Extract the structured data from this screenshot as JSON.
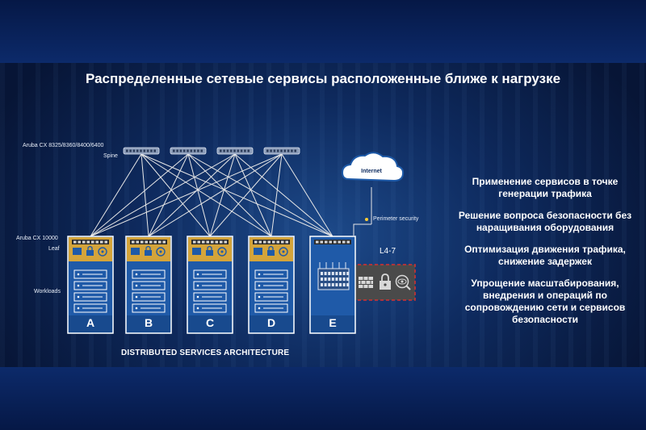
{
  "title": "Распределенные сетевые сервисы расположенные ближе к нагрузке",
  "labels": {
    "spine_model": "Aruba CX 8325/8360/8400/6400",
    "spine": "Spine",
    "leaf_model": "Aruba CX 10000",
    "leaf": "Leaf",
    "workloads": "Workloads",
    "internet": "Internet",
    "perimeter": "Perimeter security",
    "l47": "L4-7",
    "architecture": "DISTRIBUTED SERVICES ARCHITECTURE"
  },
  "racks": [
    "A",
    "B",
    "C",
    "D",
    "E"
  ],
  "benefits": [
    "Применение сервисов в точке генерации трафика",
    "Решение вопроса безопасности без наращивания оборудования",
    "Оптимизация движения трафика, снижение задержек",
    "Упрощение масштабирования, внедрения и операций по сопровождению сети и сервисов безопасности"
  ],
  "colors": {
    "rack_top": "#d4a43a",
    "rack_body": "#1f5aa8",
    "rack_border": "#ffffff",
    "security_box": "#4a4a4a",
    "security_border": "#d83030",
    "line": "#e8e8e8"
  },
  "icons": [
    "firewall-icon",
    "lock-icon",
    "eye-search-icon",
    "cloud-icon",
    "switch-icon",
    "server-icon"
  ]
}
